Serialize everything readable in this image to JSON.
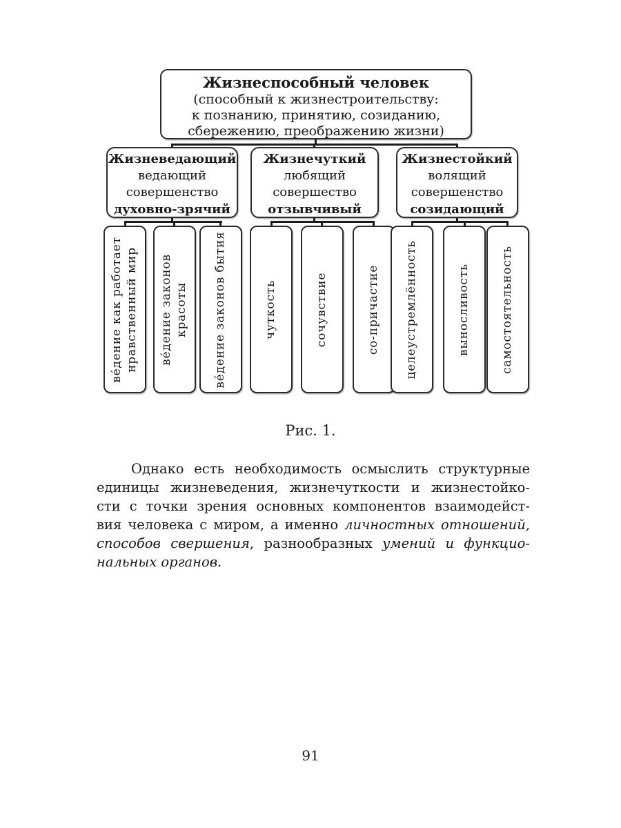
{
  "colors": {
    "ink": "#1a1a1a",
    "paper": "#ffffff"
  },
  "page": {
    "caption": "Рис. 1.",
    "number": "91"
  },
  "diagram": {
    "root": {
      "title": "Жизнеспособный человек",
      "sub1": "(способный к жизнестроительству:",
      "sub2": "к познанию, принятию, созиданию,",
      "sub3": "сбережению, преображению жизни)"
    },
    "branches": [
      {
        "title": "Жизневедающий",
        "line1": "ведающий",
        "line2": "совершенство",
        "subtitle": "духовно-зрячий",
        "children": [
          {
            "l1": "ве́дение как работает",
            "l2": "нравственный мир"
          },
          {
            "l1": "ве́дение законов",
            "l2": "красоты"
          },
          {
            "l1": "ве́дение законов бытия"
          }
        ]
      },
      {
        "title": "Жизнечуткий",
        "line1": "любящий",
        "line2": "совершество",
        "subtitle": "отзывчивый",
        "children": [
          {
            "l1": "чуткость"
          },
          {
            "l1": "сочувствие"
          },
          {
            "l1": "со-причастие"
          }
        ]
      },
      {
        "title": "Жизнестойкий",
        "line1": "волящий",
        "line2": "совершенство",
        "subtitle": "созидающий",
        "children": [
          {
            "l1": "целеустремлённость"
          },
          {
            "l1": "выносливость"
          },
          {
            "l1": "самостоятельность"
          }
        ]
      }
    ]
  },
  "paragraph": {
    "l1": "Однако есть необходимость осмыслить структурные",
    "l2": "единицы жизневедения, жизнечуткости и жизнестойко-",
    "l3": "сти с точки зрения основных компонентов взаимодейст-",
    "l4a": "вия человека с миром, а именно ",
    "l4b": "личностных отношений,",
    "l5a": "способов свершения",
    "l5b": ", разнообразных ",
    "l5c": "умений и функцио-",
    "l6": "нальных органов."
  }
}
